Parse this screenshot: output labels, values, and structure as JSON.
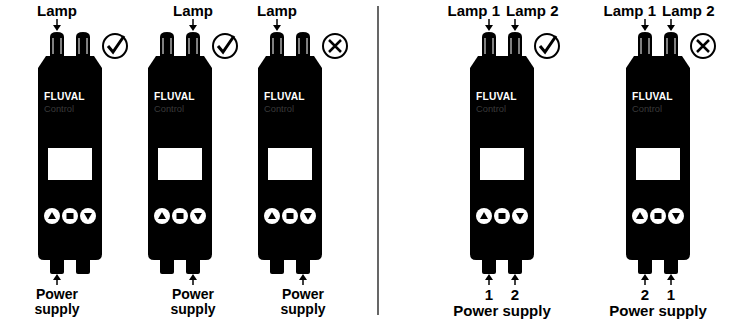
{
  "diagram": {
    "nodes": [
      {
        "text": [
          "FLUVAL",
          "Control"
        ]
      },
      {
        "text": [
          "FLUVAL",
          "Control"
        ]
      },
      {
        "text": [
          "FLUVAL",
          "Control"
        ]
      },
      {
        "text": [
          "FLUVAL",
          "Control"
        ]
      },
      {
        "text": [
          "FLUVAL",
          "Control"
        ]
      }
    ],
    "labels": [
      "Lamp",
      "Lamp",
      "Lamp",
      "Lamp 1",
      "Lamp 2",
      "Lamp 1",
      "Lamp 2",
      "Power supply",
      "Power supply",
      "Power supply",
      "1",
      "2",
      "Power supply",
      "2",
      "1",
      "Power supply"
    ]
  }
}
